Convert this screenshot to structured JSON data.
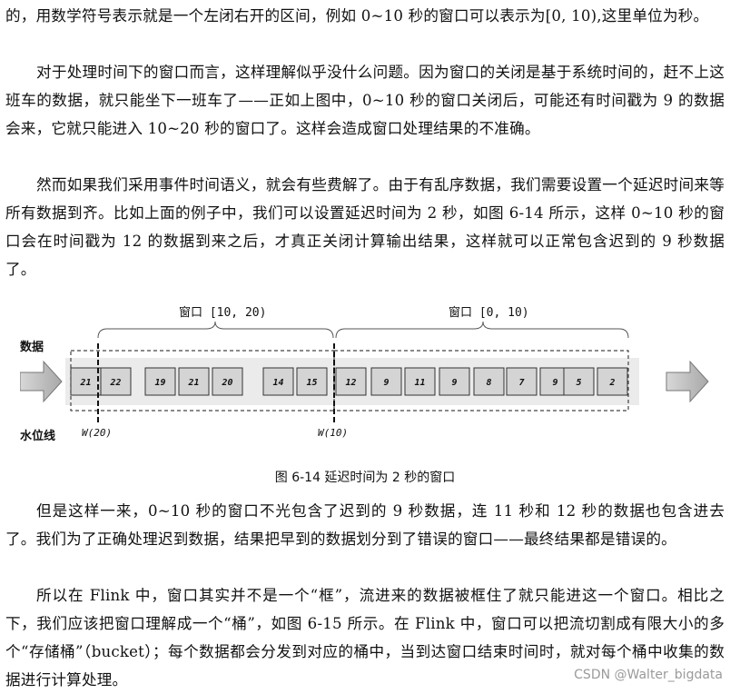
{
  "paragraphs": [
    "的，用数学符号表示就是一个左闭右开的区间，例如 0~10 秒的窗口可以表示为[0, 10),这里单位为秒。",
    "对于处理时间下的窗口而言，这样理解似乎没什么问题。因为窗口的关闭是基于系统时间的，赶不上这班车的数据，就只能坐下一班车了——正如上图中，0~10 秒的窗口关闭后，可能还有时间戳为 9 的数据会来，它就只能进入 10~20 秒的窗口了。这样会造成窗口处理结果的不准确。",
    "然而如果我们采用事件时间语义，就会有些费解了。由于有乱序数据，我们需要设置一个延迟时间来等所有数据到齐。比如上面的例子中，我们可以设置延迟时间为 2 秒，如图 6-14 所示，这样 0~10 秒的窗口会在时间戳为 12 的数据到来之后，才真正关闭计算输出结果，这样就可以正常包含迟到的 9 秒数据了。",
    "但是这样一来，0~10 秒的窗口不光包含了迟到的 9 秒数据，连 11 秒和 12 秒的数据也包含进去了。我们为了正确处理迟到数据，结果把早到的数据划分到了错误的窗口——最终结果都是错误的。",
    "所以在 Flink 中，窗口其实并不是一个“框”，流进来的数据被框住了就只能进这一个窗口。相比之下，我们应该把窗口理解成一个“桶”，如图 6-15 所示。在 Flink 中，窗口可以把流切割成有限大小的多个“存储桶”（bucket）；每个数据都会分发到对应的桶中，当到达窗口结束时间时，就对每个桶中收集的数据进行计算处理。"
  ],
  "figure": {
    "window_left_label": "窗口 [10, 20)",
    "window_right_label": "窗口 [0, 10)",
    "data_label": "数据",
    "watermark_label": "水位线",
    "cells": [
      "21",
      "22",
      "19",
      "21",
      "20",
      "14",
      "15",
      "12",
      "9",
      "11",
      "9",
      "8",
      "7",
      "9",
      "5",
      "2"
    ],
    "watermarks": [
      "W(20)",
      "W(10)"
    ]
  },
  "caption": "图 6-14  延迟时间为 2 秒的窗口",
  "watermark": "CSDN @Walter_bigdata"
}
